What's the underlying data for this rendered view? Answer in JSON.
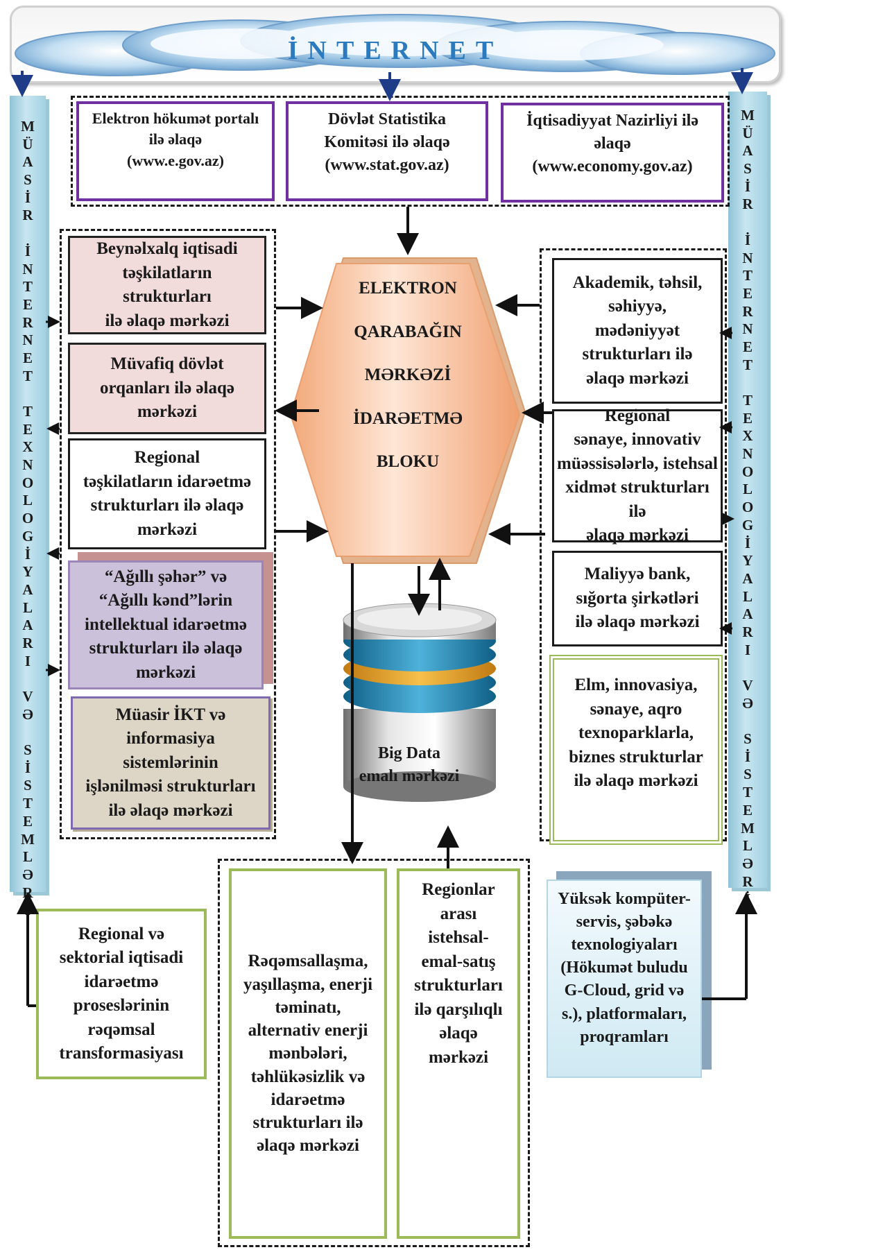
{
  "internet_title": "İNTERNET",
  "left_bar_text": "MÜASİR İNTERNET TEXNOLOGİYALARI VƏ SİSTEMLƏRİ",
  "right_bar_text": "MÜASİR İNTERNET TEXNOLOGİYALARI VƏ SİSTEMLƏRİ",
  "top_boxes": [
    "Elektron hökumət portalı\nilə əlaqə\n(www.e.gov.az)",
    "Dövlət Statistika\nKomitəsi ilə əlaqə\n(www.stat.gov.az)",
    "İqtisadiyyat Nazirliyi ilə\nəlaqə\n(www.economy.gov.az)"
  ],
  "center_block": [
    "ELEKTRON",
    "QARABAĞIN",
    "MƏRKƏZİ",
    "İDARƏETMƏ",
    "BLOKU"
  ],
  "left_boxes": [
    "Beynəlxalq iqtisadi\ntəşkilatların strukturları\nilə əlaqə mərkəzi",
    "Müvafiq dövlət\norqanları ilə əlaqə\nmərkəzi",
    "Regional\ntəşkilatların idarəetmə\nstrukturları ilə əlaqə\nmərkəzi",
    "“Ağıllı şəhər” və\n“Ağıllı kənd”lərin\nintellektual idarəetmə\nstrukturları ilə əlaqə\nmərkəzi",
    "Müasir İKT  və\ninformasiya\nsistemlərinin\nişlənilməsi strukturları\nilə əlaqə mərkəzi"
  ],
  "right_boxes": [
    "Akademik, təhsil,\nsəhiyyə,\nmədəniyyət\nstrukturları ilə\nəlaqə mərkəzi",
    "Regional\nsənaye, innovativ\nmüəssisələrlə, istehsal\nxidmət strukturları ilə\nəlaqə mərkəzi",
    "Maliyyə bank,\nsığorta şirkətləri\nilə əlaqə mərkəzi",
    "Elm, innovasiya,\nsənaye, aqro\ntexnoparklarla,\nbiznes strukturlar\nilə əlaqə mərkəzi"
  ],
  "big_data": "Big Data\nemalı mərkəzi",
  "bottom_boxes": [
    "Regional və\nsektorial iqtisadi\nidarəetmə\nproseslərinin\nrəqəmsal\ntransformasiyası",
    "Rəqəmsallaşma,\nyaşıllaşma, enerji\ntəminatı,\nalternativ enerji\nmənbələri,\ntəhlükəsizlik və\nidarəetmə\nstrukturları ilə\nəlaqə mərkəzi",
    "Regionlar\narası\nistehsal-\nemal-satış\nstrukturları\nilə qarşılıqlı\nəlaqə\nmərkəzi",
    "Yüksək kompüter-\nservis, şəbəkə\ntexnologiyaları\n(Hökumət buludu\nG-Cloud, grid və\ns.), platformaları,\nproqramları"
  ]
}
